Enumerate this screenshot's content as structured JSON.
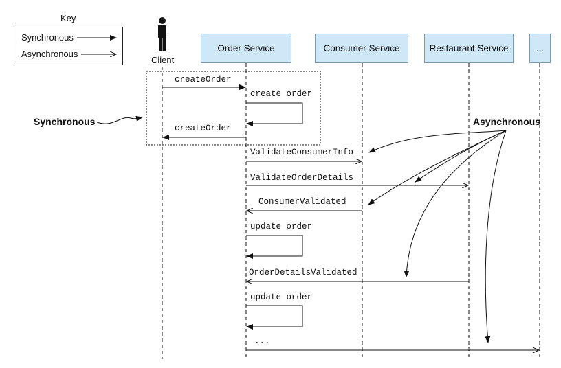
{
  "key": {
    "title": "Key",
    "synchronous_label": "Synchronous",
    "asynchronous_label": "Asynchronous"
  },
  "actor": {
    "client_label": "Client"
  },
  "services": [
    {
      "label": "Order Service"
    },
    {
      "label": "Consumer Service"
    },
    {
      "label": "Restaurant Service"
    },
    {
      "label": "..."
    }
  ],
  "messages": [
    {
      "label": "createOrder"
    },
    {
      "label": "create order"
    },
    {
      "label": "createOrder"
    },
    {
      "label": "ValidateConsumerInfo"
    },
    {
      "label": "ValidateOrderDetails"
    },
    {
      "label": "ConsumerValidated"
    },
    {
      "label": "update order"
    },
    {
      "label": "OrderDetailsValidated"
    },
    {
      "label": "update order"
    },
    {
      "label": "..."
    }
  ],
  "callouts": {
    "synchronous": "Synchronous",
    "asynchronous": "Asynchronous"
  },
  "colors": {
    "service_fill": "#cfe8f8",
    "service_border": "#7a9bb0",
    "line": "#111111"
  }
}
